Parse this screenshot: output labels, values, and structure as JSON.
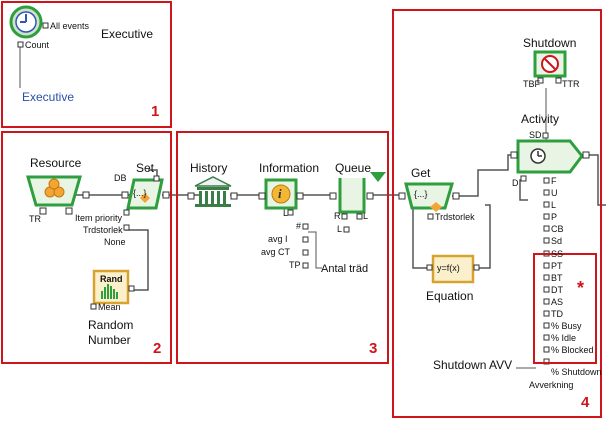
{
  "colors": {
    "region_border": "#d0141c",
    "block_green": "#2e9e3e",
    "block_fill": "#e9f5e4",
    "wire": "#555555",
    "link_text": "#2a4fa8"
  },
  "regions": [
    {
      "number": "1"
    },
    {
      "number": "2"
    },
    {
      "number": "3"
    },
    {
      "number": "4"
    }
  ],
  "executive": {
    "block_title": "Executive",
    "icon_label": "Executive",
    "port_all_events": "All events",
    "port_count": "Count"
  },
  "resource": {
    "title": "Resource",
    "port_tr": "TR"
  },
  "set": {
    "title": "Set",
    "port_db": "DB",
    "glyph": "{...}",
    "attrs": [
      "Item priority",
      "Trdstorlek",
      "None"
    ]
  },
  "rand": {
    "icon_text": "Rand",
    "port_mean": "Mean",
    "title_line1": "Random",
    "title_line2": "Number"
  },
  "history": {
    "title": "History"
  },
  "information": {
    "title": "Information",
    "icon": "i",
    "ports": [
      "#",
      "avg I",
      "avg CT",
      "TP"
    ],
    "port_l": "L",
    "annotation": "Antal träd"
  },
  "queue": {
    "title": "Queue",
    "port_r": "R",
    "port_l": "L",
    "port_l2": "L"
  },
  "get": {
    "title": "Get",
    "glyph": "{...}",
    "attr": "Trdstorlek"
  },
  "equation": {
    "icon_text": "y=f(x)",
    "title": "Equation"
  },
  "shutdown": {
    "title": "Shutdown",
    "port_tbf": "TBF",
    "port_ttr": "TTR"
  },
  "activity": {
    "title": "Activity",
    "port_sd": "SD",
    "port_d": "D",
    "outputs": [
      "F",
      "U",
      "L",
      "P",
      "CB",
      "Sd",
      "SS",
      "PT",
      "BT",
      "DT",
      "AS",
      "TD",
      "% Busy",
      "% Idle",
      "% Blocked",
      "% Shutdown"
    ],
    "bottom_label": "Avverkning"
  },
  "shutdown_avv": {
    "label": "Shutdown AVV"
  },
  "asterisk": "*"
}
